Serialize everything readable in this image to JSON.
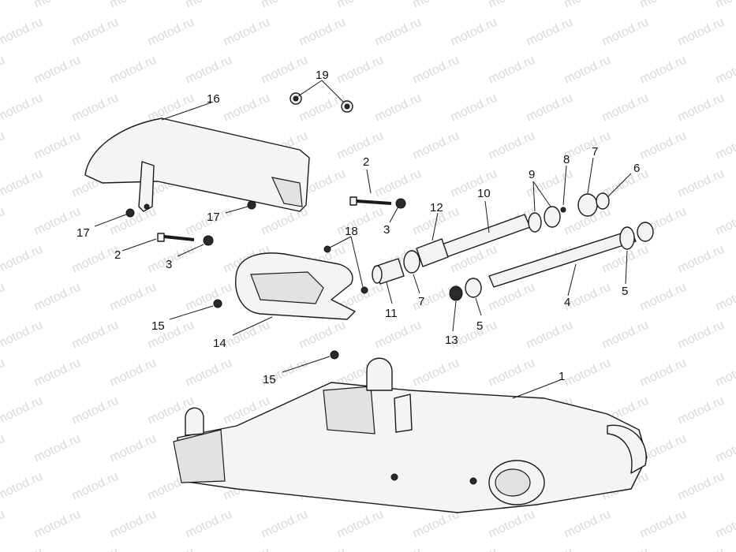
{
  "watermark": {
    "text": "motod.ru",
    "color": "#d9d9d9"
  },
  "diagram": {
    "type": "exploded-parts-diagram",
    "callouts": [
      "1",
      "2",
      "2",
      "3",
      "3",
      "4",
      "5",
      "5",
      "6",
      "7",
      "7",
      "8",
      "9",
      "10",
      "11",
      "12",
      "13",
      "14",
      "15",
      "15",
      "16",
      "17",
      "17",
      "18",
      "19"
    ]
  }
}
